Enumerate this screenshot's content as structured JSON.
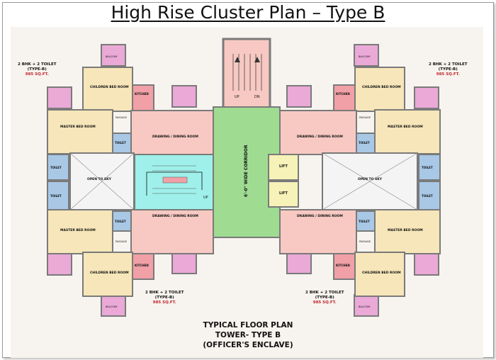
{
  "title": "High Rise Cluster Plan – Type B",
  "caption": {
    "line1": "TYPICAL FLOOR PLAN",
    "line2": "TOWER- TYPE B",
    "line3": "(OFFICER'S ENCLAVE)"
  },
  "unit": {
    "bhk": "2 BHK + 2 TOILET",
    "type": "(TYPE-B)",
    "area": "985 SQ.FT."
  },
  "rooms": {
    "balcony": "BALCONY",
    "children_bed": "CHILDREN BED ROOM",
    "kitchen": "KITCHEN",
    "master_bed": "MASTER BED ROOM",
    "toilet": "TOILET",
    "drawing": "DRAWING / DINING ROOM",
    "open_sky": "OPEN TO SKY",
    "passage": "PASSAGE",
    "lift": "LIFT",
    "corridor": "6'-0\" WIDE CORRIDOR",
    "up": "UP",
    "dn": "DN"
  },
  "colors": {
    "balcony": "#eaa9d6",
    "bedroom": "#f6e6b9",
    "kitchen": "#f0a0a6",
    "living": "#f7c9c2",
    "toilet": "#a8c8e6",
    "sky": "#f4f4f4",
    "stair": "#9ff0ea",
    "corridor": "#9fdc92",
    "lift": "#f6f2b8",
    "wall": "#7a7a7a"
  }
}
